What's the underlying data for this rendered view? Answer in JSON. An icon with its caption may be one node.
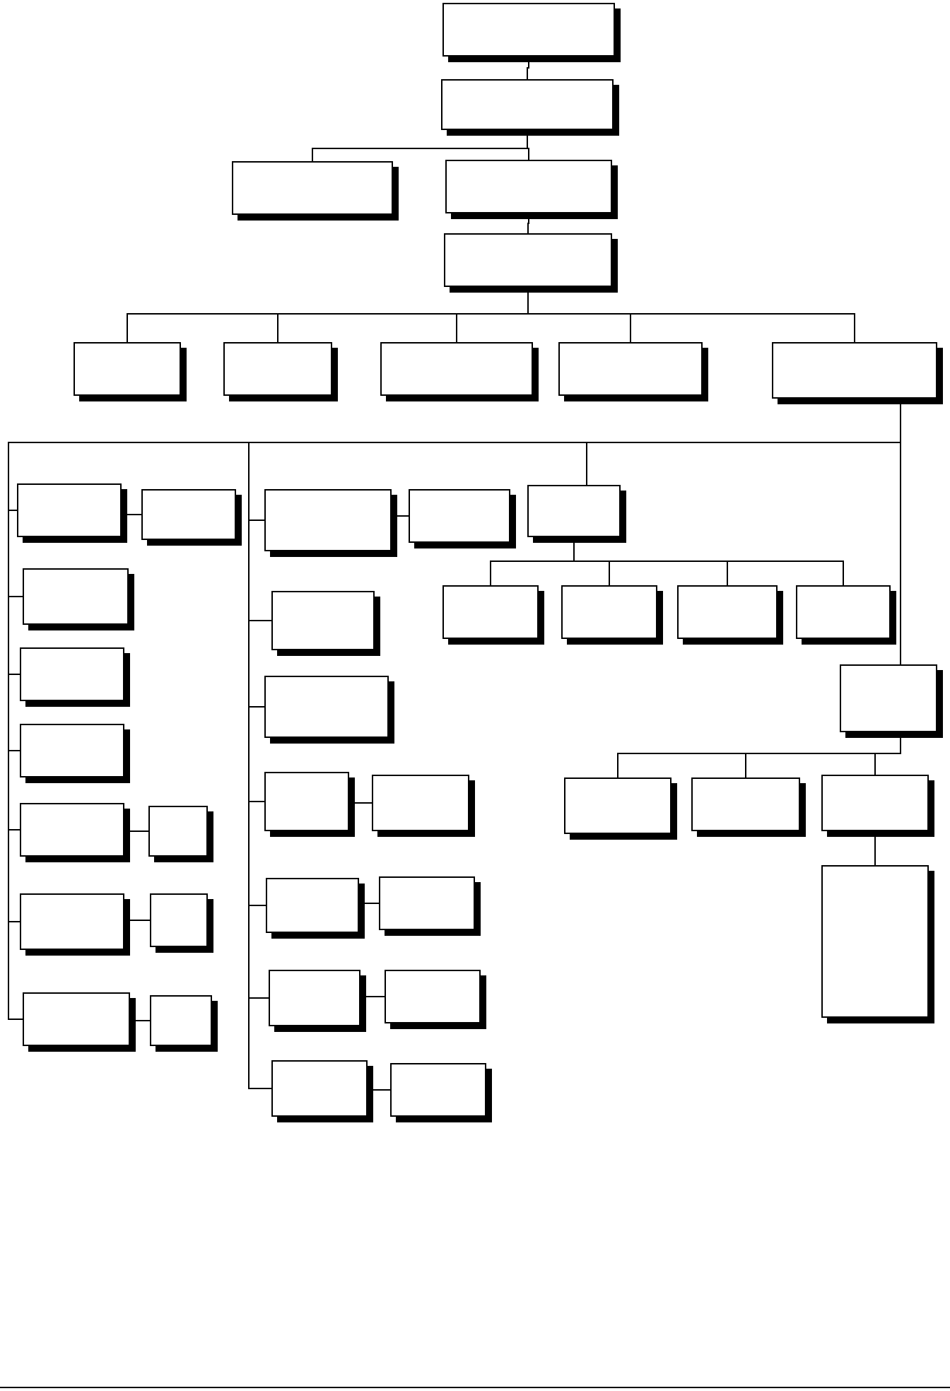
{
  "diagram": {
    "nodes": [
      {
        "text": [],
        "shape": "box"
      },
      {
        "text": [],
        "shape": "box"
      },
      {
        "text": [],
        "shape": "box"
      },
      {
        "text": [],
        "shape": "box"
      },
      {
        "text": [],
        "shape": "box"
      },
      {
        "text": [],
        "shape": "box"
      },
      {
        "text": [],
        "shape": "box"
      },
      {
        "text": [],
        "shape": "box"
      },
      {
        "text": [],
        "shape": "box"
      },
      {
        "text": [],
        "shape": "box"
      },
      {
        "text": [],
        "shape": "box"
      },
      {
        "text": [],
        "shape": "box"
      },
      {
        "text": [],
        "shape": "box"
      },
      {
        "text": [],
        "shape": "box"
      },
      {
        "text": [],
        "shape": "box"
      },
      {
        "text": [],
        "shape": "box"
      },
      {
        "text": [],
        "shape": "box"
      },
      {
        "text": [],
        "shape": "box"
      },
      {
        "text": [],
        "shape": "box"
      },
      {
        "text": [],
        "shape": "box"
      },
      {
        "text": [],
        "shape": "box"
      },
      {
        "text": [],
        "shape": "box"
      },
      {
        "text": [],
        "shape": "box"
      },
      {
        "text": [],
        "shape": "box"
      },
      {
        "text": [],
        "shape": "box"
      },
      {
        "text": [],
        "shape": "box"
      },
      {
        "text": [],
        "shape": "box"
      },
      {
        "text": [],
        "shape": "box"
      },
      {
        "text": [],
        "shape": "box"
      },
      {
        "text": [],
        "shape": "box"
      },
      {
        "text": [],
        "shape": "box"
      },
      {
        "text": [],
        "shape": "box"
      },
      {
        "text": [],
        "shape": "box"
      },
      {
        "text": [],
        "shape": "box"
      },
      {
        "text": [],
        "shape": "box"
      },
      {
        "text": [],
        "shape": "box"
      },
      {
        "text": [],
        "shape": "box"
      },
      {
        "text": [],
        "shape": "box"
      },
      {
        "text": [],
        "shape": "box"
      },
      {
        "text": [],
        "shape": "box"
      },
      {
        "text": [],
        "shape": "box"
      },
      {
        "text": [],
        "shape": "box"
      },
      {
        "text": [],
        "shape": "box"
      }
    ],
    "edges": [
      {
        "from": 0,
        "to": 1,
        "arrow": "none"
      },
      {
        "from": 1,
        "to": 2,
        "arrow": "none"
      },
      {
        "from": 1,
        "to": 3,
        "arrow": "none"
      },
      {
        "from": 3,
        "to": 4,
        "arrow": "none"
      },
      {
        "from": 4,
        "to": 5,
        "arrow": "none"
      },
      {
        "from": 4,
        "to": 6,
        "arrow": "none"
      },
      {
        "from": 4,
        "to": 7,
        "arrow": "none"
      },
      {
        "from": 4,
        "to": 8,
        "arrow": "none"
      },
      {
        "from": 4,
        "to": 9,
        "arrow": "none"
      },
      {
        "from": 9,
        "to": 10,
        "arrow": "none"
      },
      {
        "from": 9,
        "to": 12,
        "arrow": "none"
      },
      {
        "from": 9,
        "to": 13,
        "arrow": "none"
      },
      {
        "from": 9,
        "to": 14,
        "arrow": "none"
      },
      {
        "from": 9,
        "to": 15,
        "arrow": "none"
      },
      {
        "from": 9,
        "to": 17,
        "arrow": "none"
      },
      {
        "from": 9,
        "to": 19,
        "arrow": "none"
      },
      {
        "from": 10,
        "to": 11,
        "arrow": "none"
      },
      {
        "from": 15,
        "to": 16,
        "arrow": "none"
      },
      {
        "from": 17,
        "to": 18,
        "arrow": "none"
      },
      {
        "from": 19,
        "to": 20,
        "arrow": "none"
      },
      {
        "from": 9,
        "to": 21,
        "arrow": "none"
      },
      {
        "from": 9,
        "to": 24,
        "arrow": "none"
      },
      {
        "from": 9,
        "to": 25,
        "arrow": "none"
      },
      {
        "from": 9,
        "to": 26,
        "arrow": "none"
      },
      {
        "from": 9,
        "to": 28,
        "arrow": "none"
      },
      {
        "from": 9,
        "to": 30,
        "arrow": "none"
      },
      {
        "from": 9,
        "to": 32,
        "arrow": "none"
      },
      {
        "from": 21,
        "to": 22,
        "arrow": "none"
      },
      {
        "from": 26,
        "to": 27,
        "arrow": "none"
      },
      {
        "from": 28,
        "to": 29,
        "arrow": "none"
      },
      {
        "from": 30,
        "to": 31,
        "arrow": "none"
      },
      {
        "from": 32,
        "to": 33,
        "arrow": "none"
      },
      {
        "from": 9,
        "to": 23,
        "arrow": "none"
      },
      {
        "from": 23,
        "to": 34,
        "arrow": "none"
      },
      {
        "from": 23,
        "to": 35,
        "arrow": "none"
      },
      {
        "from": 23,
        "to": 36,
        "arrow": "none"
      },
      {
        "from": 23,
        "to": 37,
        "arrow": "none"
      },
      {
        "from": 9,
        "to": 38,
        "arrow": "none"
      },
      {
        "from": 38,
        "to": 39,
        "arrow": "none"
      },
      {
        "from": 38,
        "to": 40,
        "arrow": "none"
      },
      {
        "from": 38,
        "to": 41,
        "arrow": "none"
      },
      {
        "from": 41,
        "to": 42,
        "arrow": "none"
      }
    ]
  }
}
